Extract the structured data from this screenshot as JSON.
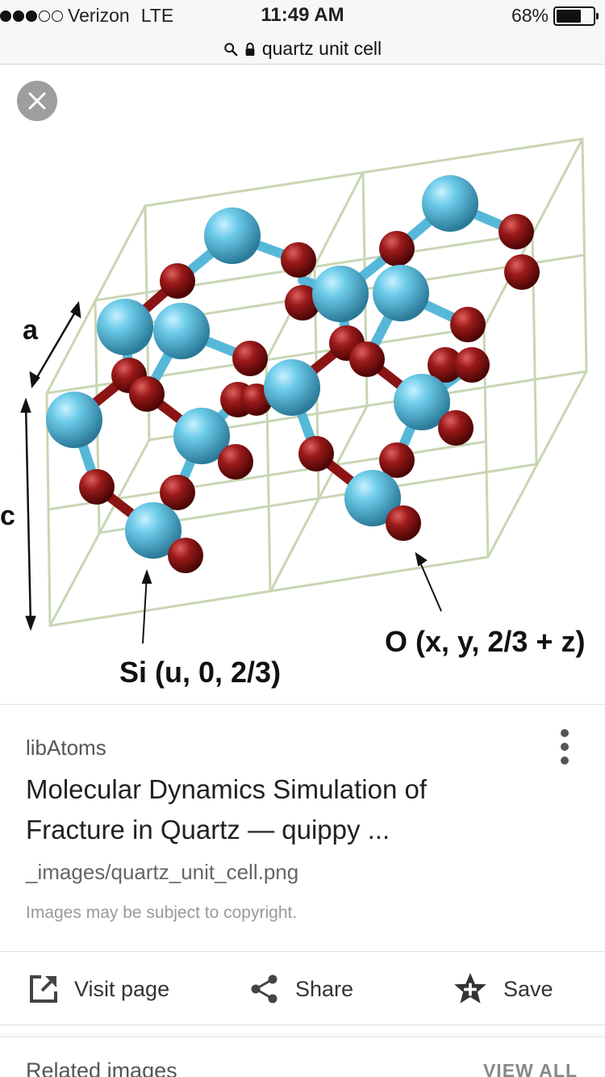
{
  "status_bar": {
    "carrier": "Verizon",
    "network": "LTE",
    "time": "11:49 AM",
    "battery": "68%",
    "battery_level": 0.68
  },
  "url_bar": {
    "query": "quartz unit cell"
  },
  "viewer": {
    "close_icon": "close-icon",
    "labels": {
      "a": "a",
      "c": "c",
      "oxygen": "O (x, y, 2/3 + z)",
      "silicon": "Si (u, 0, 2/3)"
    },
    "colors": {
      "silicon": "#56b8d8",
      "oxygen": "#8b1414",
      "bond_si": "#56b8d8",
      "bond_o": "#8b1414",
      "cell_edge": "#c8d6b4"
    }
  },
  "result": {
    "source": "libAtoms",
    "title_line1": "Molecular Dynamics Simulation of",
    "title_line2": "Fracture in Quartz — quippy ...",
    "path": "_images/quartz_unit_cell.png",
    "copyright": "Images may be subject to copyright."
  },
  "actions": {
    "visit": "Visit page",
    "share": "Share",
    "save": "Save"
  },
  "related": {
    "title": "Related images",
    "view_all": "VIEW ALL"
  }
}
